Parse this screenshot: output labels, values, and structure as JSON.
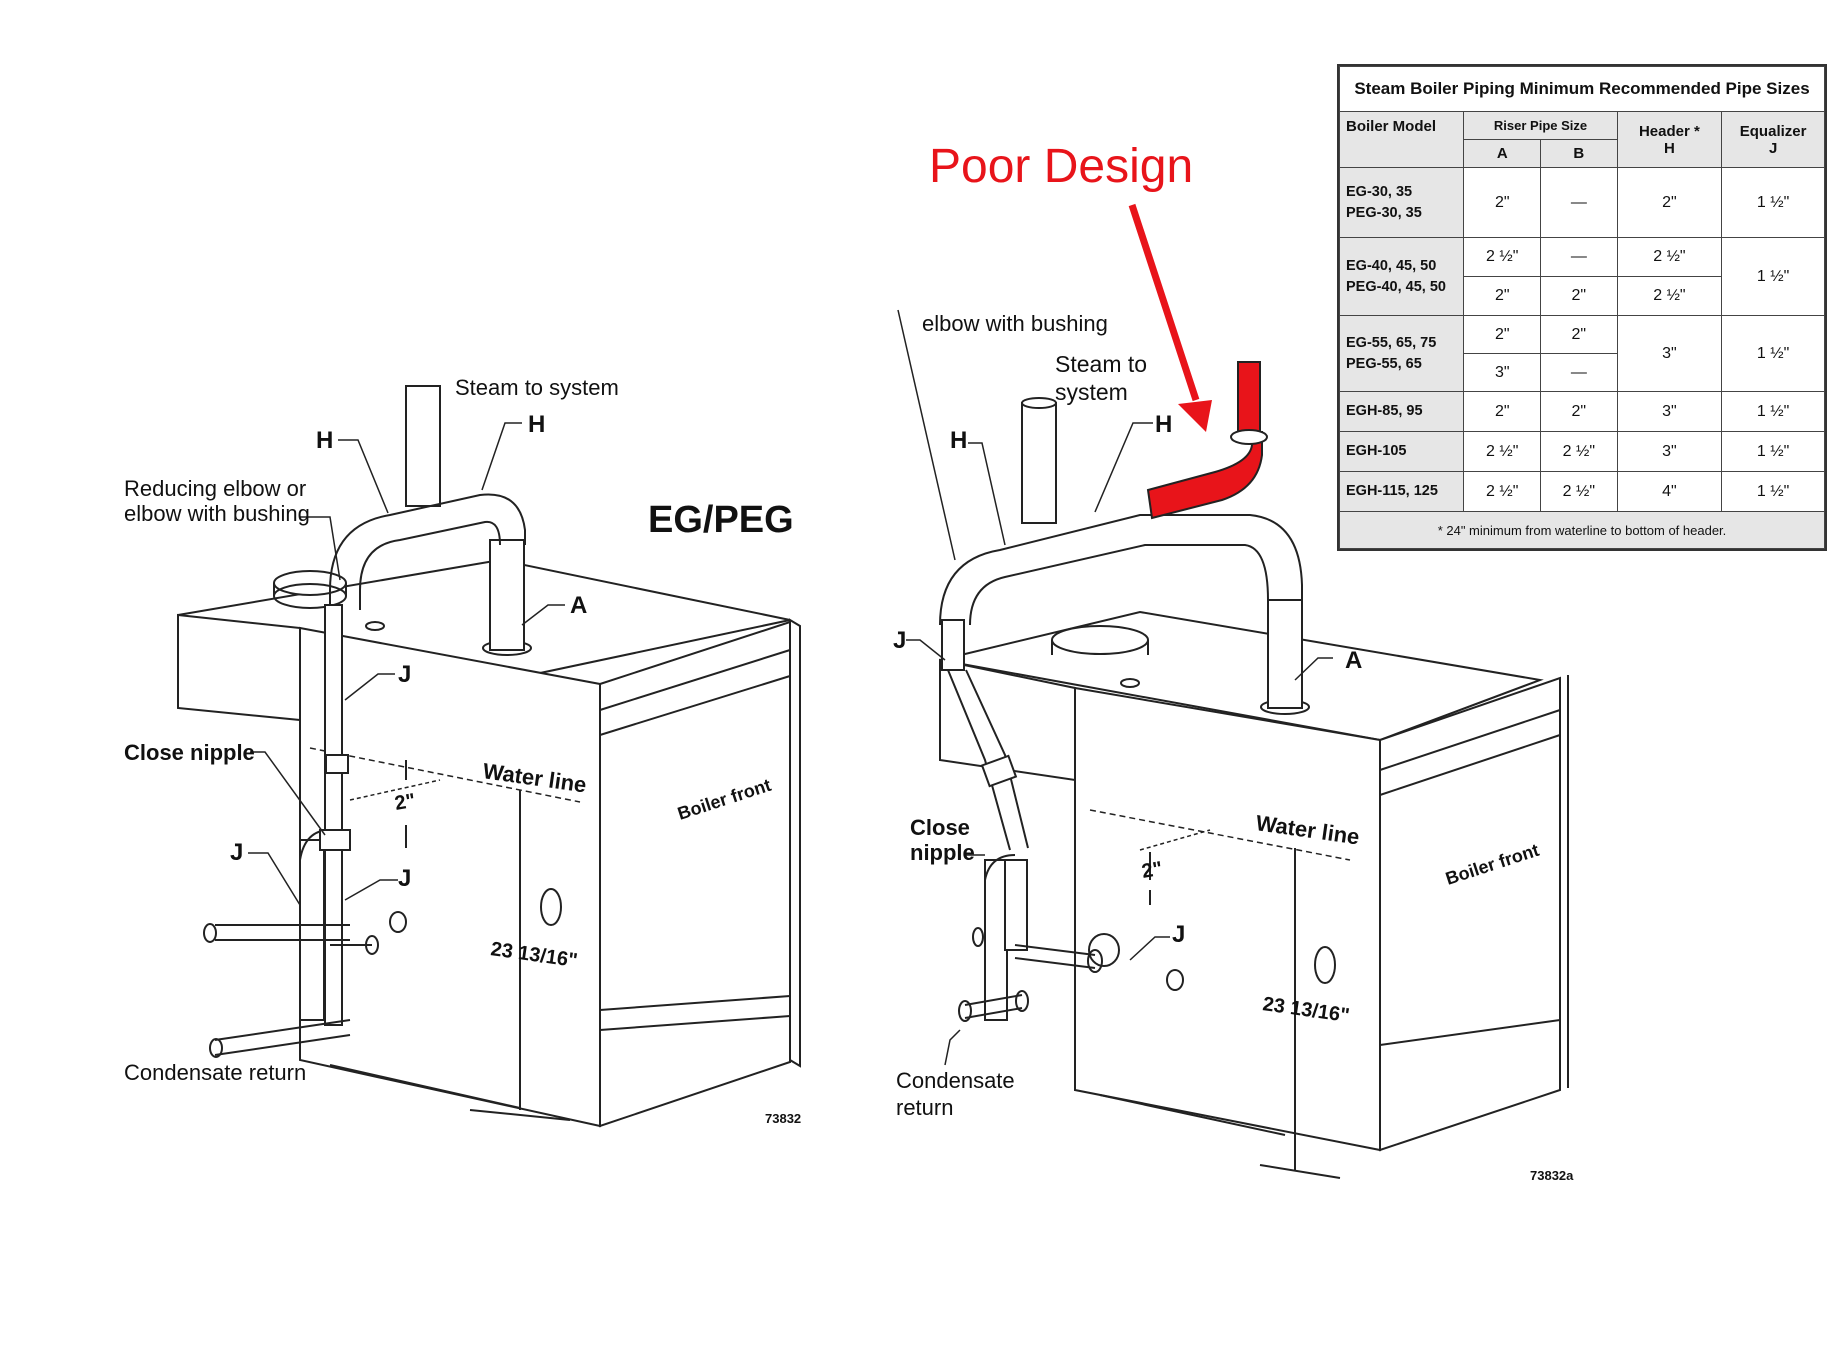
{
  "left_diagram": {
    "labels": {
      "steam_to_system": "Steam to system",
      "h_left": "H",
      "h_right": "H",
      "reducing_elbow": "Reducing elbow or",
      "elbow_with_bushing": "elbow with bushing",
      "model_title": "EG/PEG",
      "a": "A",
      "j_top": "J",
      "close_nipple": "Close nipple",
      "water_line": "Water line",
      "two_inch": "2\"",
      "j_left": "J",
      "j_right": "J",
      "dimension": "23 13/16\"",
      "boiler_front": "Boiler front",
      "condensate_return": "Condensate return",
      "figure_number": "73832"
    }
  },
  "right_diagram": {
    "labels": {
      "poor_design": "Poor Design",
      "elbow_with_bushing": "elbow with bushing",
      "steam_to": "Steam to",
      "system": "system",
      "h_left": "H",
      "h_right": "H",
      "a": "A",
      "j_top": "J",
      "close": "Close",
      "nipple": "nipple",
      "water_line": "Water line",
      "two_inch": "2\"",
      "j_right": "J",
      "dimension": "23 13/16\"",
      "boiler_front": "Boiler front",
      "condensate": "Condensate",
      "return": "return",
      "figure_number": "73832a"
    },
    "highlight_color": "#e8141a"
  },
  "table": {
    "title": "Steam Boiler Piping Minimum Recommended Pipe Sizes",
    "headers": {
      "boiler_model": "Boiler Model",
      "riser_pipe_size": "Riser Pipe Size",
      "a": "A",
      "b": "B",
      "header": "Header *",
      "header_sub": "H",
      "equalizer": "Equalizer",
      "equalizer_sub": "J"
    },
    "rows": {
      "r1": {
        "model": "EG-30, 35\nPEG-30, 35",
        "a": "2\"",
        "b": "—",
        "h": "2\"",
        "j": "1 ½\""
      },
      "r2": {
        "model": "EG-40, 45, 50\nPEG-40, 45, 50",
        "a1": "2 ½\"",
        "b1": "—",
        "h1": "2 ½\"",
        "a2": "2\"",
        "b2": "2\"",
        "h2": "2 ½\"",
        "j": "1 ½\""
      },
      "r3": {
        "model": "EG-55, 65, 75\nPEG-55, 65",
        "a1": "2\"",
        "b1": "2\"",
        "a2": "3\"",
        "b2": "—",
        "h": "3\"",
        "j": "1 ½\""
      },
      "r4": {
        "model": "EGH-85, 95",
        "a": "2\"",
        "b": "2\"",
        "h": "3\"",
        "j": "1 ½\""
      },
      "r5": {
        "model": "EGH-105",
        "a": "2 ½\"",
        "b": "2 ½\"",
        "h": "3\"",
        "j": "1 ½\""
      },
      "r6": {
        "model": "EGH-115, 125",
        "a": "2 ½\"",
        "b": "2 ½\"",
        "h": "4\"",
        "j": "1 ½\""
      }
    },
    "footnote": "* 24\" minimum from waterline to bottom of header."
  }
}
